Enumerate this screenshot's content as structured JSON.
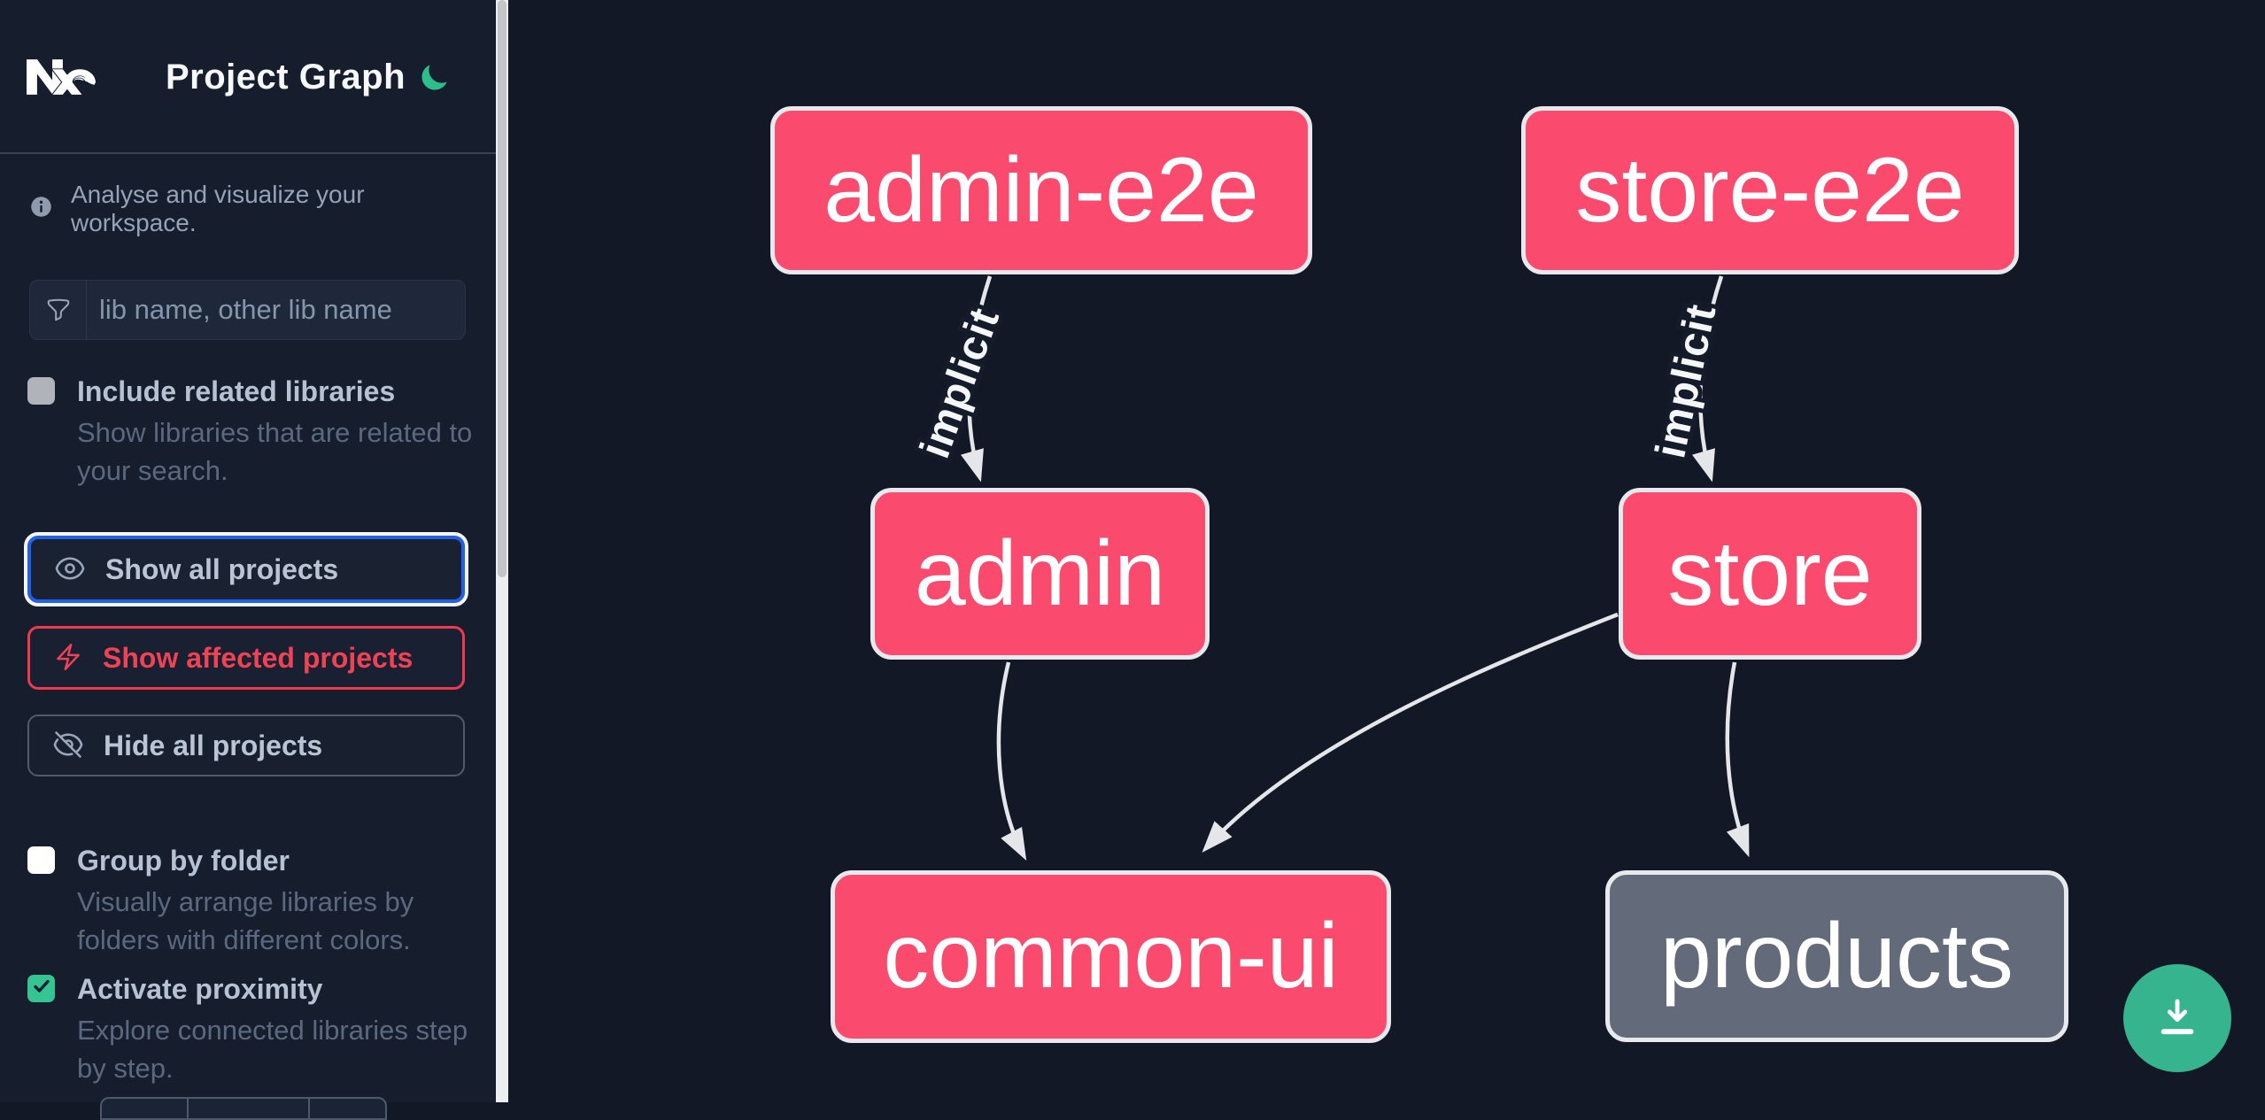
{
  "app": {
    "title": "Project Graph"
  },
  "header": {
    "logo": "nx-logo",
    "theme_toggle": "dark-mode-moon"
  },
  "sidebar": {
    "tagline": "Analyse and visualize your workspace.",
    "search_placeholder": "lib name, other lib name",
    "checkboxes": [
      {
        "label": "Include related libraries",
        "description": "Show libraries that are related to your search.",
        "checked": false
      },
      {
        "label": "Group by folder",
        "description": "Visually arrange libraries by folders with different colors.",
        "checked": false
      },
      {
        "label": "Activate proximity",
        "description": "Explore connected libraries step by step.",
        "checked": true
      }
    ],
    "buttons": [
      {
        "label": "Show all projects",
        "icon": "eye",
        "focused": true
      },
      {
        "label": "Show affected projects",
        "icon": "bolt",
        "variant": "danger"
      },
      {
        "label": "Hide all projects",
        "icon": "eye-slash"
      }
    ]
  },
  "graph": {
    "nodes": [
      {
        "id": "admin-e2e",
        "label": "admin-e2e",
        "kind": "affected"
      },
      {
        "id": "store-e2e",
        "label": "store-e2e",
        "kind": "affected"
      },
      {
        "id": "admin",
        "label": "admin",
        "kind": "affected"
      },
      {
        "id": "store",
        "label": "store",
        "kind": "affected"
      },
      {
        "id": "common-ui",
        "label": "common-ui",
        "kind": "affected"
      },
      {
        "id": "products",
        "label": "products",
        "kind": "normal"
      }
    ],
    "edges": [
      {
        "from": "admin-e2e",
        "to": "admin",
        "label": "implicit"
      },
      {
        "from": "store-e2e",
        "to": "store",
        "label": "implicit"
      },
      {
        "from": "admin",
        "to": "common-ui",
        "label": ""
      },
      {
        "from": "store",
        "to": "common-ui",
        "label": ""
      },
      {
        "from": "store",
        "to": "products",
        "label": ""
      }
    ]
  },
  "fab": {
    "icon": "download"
  },
  "colors": {
    "affected_node": "#fa4a6e",
    "normal_node": "#636b7a",
    "node_border": "#e8e9ec",
    "edge": "#e5e6e9",
    "accent_green": "#35b48d",
    "accent_blue": "#2160ea",
    "accent_red": "#ee3a4e",
    "sidebar_bg": "#161d2c",
    "canvas_bg": "#121826"
  }
}
